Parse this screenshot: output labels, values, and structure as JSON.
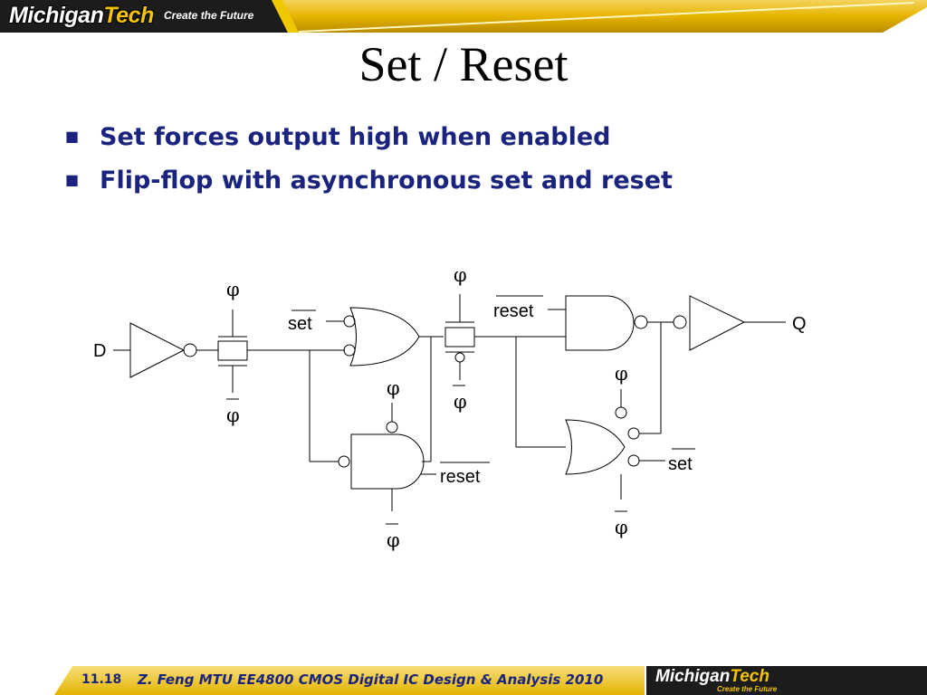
{
  "banner": {
    "logo_word1": "Michigan",
    "logo_word2": "Tech",
    "tagline": "Create the Future",
    "color_dark": "#1c1c1c",
    "color_gold": "#e6b400"
  },
  "slide": {
    "title": "Set / Reset",
    "bullet_marker": "■",
    "bullets": [
      "Set forces output high when enabled",
      "Flip-flop with asynchronous set and reset"
    ],
    "text_color": "#1a237e"
  },
  "diagram": {
    "label_d": "D",
    "label_q": "Q",
    "label_set_1": "set",
    "label_set_2": "set",
    "label_reset_1": "reset",
    "label_reset_2": "reset",
    "phi": "φ",
    "phi_count": 8
  },
  "footer": {
    "page": "11.18",
    "text": "Z. Feng  MTU EE4800 CMOS Digital IC Design & Analysis 2010",
    "logo_word1": "Michigan",
    "logo_word2": "Tech",
    "logo_tagline": "Create the Future"
  }
}
